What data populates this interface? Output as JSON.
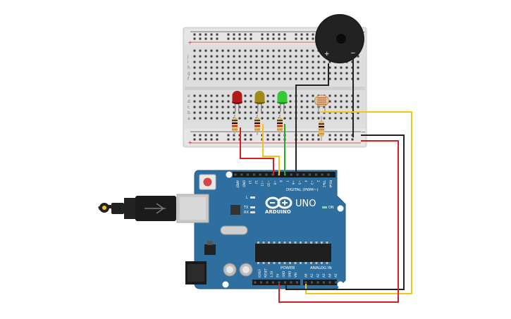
{
  "board": {
    "brand": "ARDUINO",
    "model": "UNO",
    "digital_label": "DIGITAL (PWM~)",
    "power_label": "POWER",
    "analog_label": "ANALOG IN",
    "on_label": "ON",
    "tx_label": "TX",
    "rx_label": "RX",
    "l_label": "L",
    "digital_pins": [
      "AREF",
      "GND",
      "13",
      "12",
      "~11",
      "~10",
      "~9",
      "8",
      "7",
      "~6",
      "~5",
      "4",
      "~3",
      "2",
      "TX▸1",
      "RX◂0"
    ],
    "power_pins": [
      "IOREF",
      "RESET",
      "3.3V",
      "5V",
      "GND",
      "GND",
      "VIN"
    ],
    "analog_pins": [
      "A0",
      "A1",
      "A2",
      "A3",
      "A4",
      "A5"
    ]
  },
  "breadboard": {
    "row_letters_top": [
      "j",
      "i",
      "h",
      "g",
      "f"
    ],
    "row_letters_bottom": [
      "e",
      "d",
      "c",
      "b",
      "a"
    ],
    "rail_plus": "+",
    "rail_minus": "−"
  },
  "buzzer": {
    "plus": "+",
    "minus": "−"
  },
  "colors": {
    "board_blue": "#2f6f9f",
    "led_red": "#b21a1a",
    "led_yellow": "#a08a1c",
    "led_green": "#35c93a",
    "wire_red": "#d42020",
    "wire_yellow": "#f0c419",
    "wire_green": "#2aa52a",
    "wire_black": "#222222"
  }
}
